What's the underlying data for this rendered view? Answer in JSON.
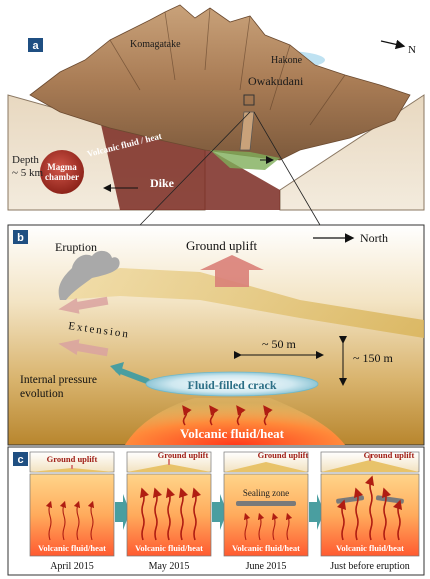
{
  "panel_a": {
    "badge": "a",
    "komagatake": "Komagatake",
    "hakone": "Hakone",
    "owakudani": "Owakudani",
    "north": "N",
    "depth_line1": "Depth",
    "depth_line2": "~ 5 km",
    "magma_line1": "Magma",
    "magma_line2": "chamber",
    "volcanic_fluid": "Volcanic fluid / heat",
    "dike": "Dike"
  },
  "panel_b": {
    "badge": "b",
    "eruption": "Eruption",
    "ground_uplift": "Ground uplift",
    "north": "North",
    "extension": "Extension",
    "dist_50": "~ 50 m",
    "dist_150": "~ 150 m",
    "internal_line1": "Internal pressure",
    "internal_line2": "evolution",
    "crack": "Fluid-filled crack",
    "volcanic": "Volcanic fluid/heat"
  },
  "panel_c": {
    "badge": "c",
    "stages": [
      {
        "uplift": "Ground uplift",
        "fluid": "Volcanic fluid/heat",
        "date": "April 2015"
      },
      {
        "uplift": "Ground uplift",
        "fluid": "Volcanic fluid/heat",
        "date": "May 2015"
      },
      {
        "uplift": "Ground uplift",
        "fluid": "Volcanic fluid/heat",
        "date": "June 2015",
        "sealing": "Sealing zone"
      },
      {
        "uplift": "Ground uplift",
        "fluid": "Volcanic fluid/heat",
        "date": "Just before eruption"
      }
    ]
  },
  "colors": {
    "badge": "#1f4f82",
    "magma": "#a8322b",
    "fluid_red": "#c0261c",
    "arrow_teal": "#4a9ea0",
    "uplift_pink": "#d98078"
  }
}
